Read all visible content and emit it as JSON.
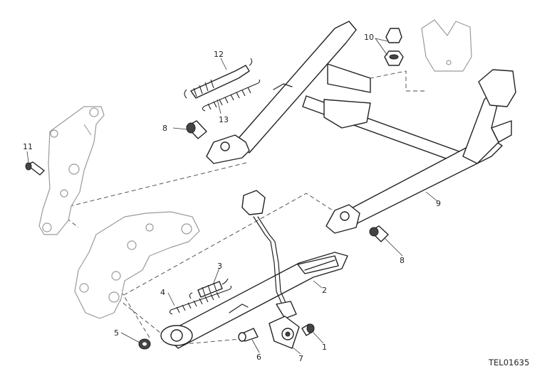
{
  "diagram": {
    "drawing_code": "TEL01635",
    "callouts": [
      {
        "id": "c1",
        "label": "1"
      },
      {
        "id": "c2",
        "label": "2"
      },
      {
        "id": "c3",
        "label": "3"
      },
      {
        "id": "c4",
        "label": "4"
      },
      {
        "id": "c5",
        "label": "5"
      },
      {
        "id": "c6",
        "label": "6"
      },
      {
        "id": "c7",
        "label": "7"
      },
      {
        "id": "c8a",
        "label": "8"
      },
      {
        "id": "c8b",
        "label": "8"
      },
      {
        "id": "c9",
        "label": "9"
      },
      {
        "id": "c10",
        "label": "10"
      },
      {
        "id": "c11",
        "label": "11"
      },
      {
        "id": "c12",
        "label": "12"
      },
      {
        "id": "c13",
        "label": "13"
      }
    ]
  }
}
